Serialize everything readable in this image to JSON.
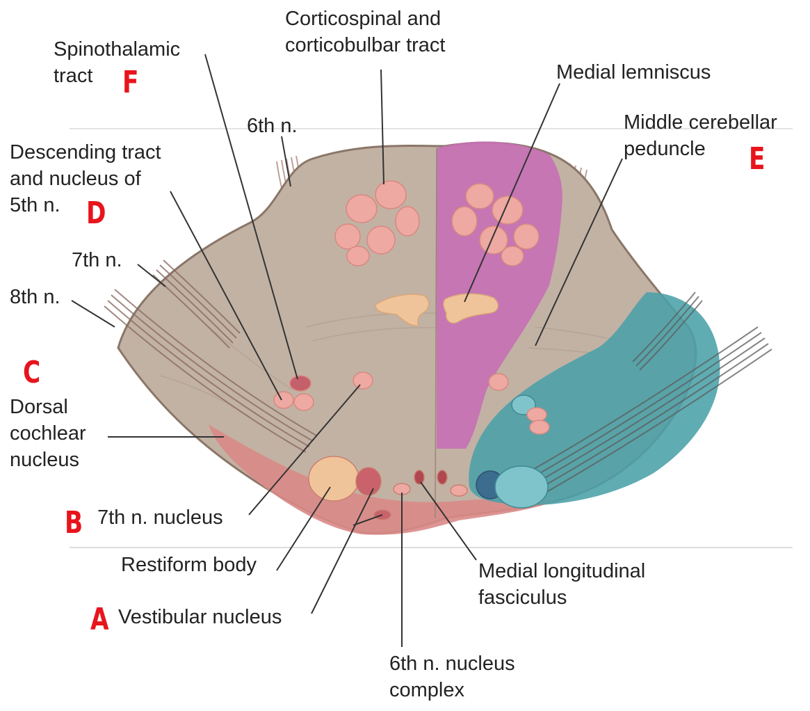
{
  "labels": {
    "corticospinal": "Corticospinal and\ncorticobulbar tract",
    "spinothalamic": "Spinothalamic\ntract",
    "medial_lemniscus": "Medial lemniscus",
    "sixth_n": "6th n.",
    "middle_cerebellar": "Middle cerebellar\npeduncle",
    "descending_tract": "Descending tract\nand nucleus of\n5th n.",
    "seventh_n": "7th n.",
    "eighth_n": "8th n.",
    "dorsal_cochlear": "Dorsal\ncochlear\nnucleus",
    "seventh_n_nucleus": "7th n. nucleus",
    "restiform": "Restiform body",
    "vestibular": "Vestibular nucleus",
    "mlf": "Medial longitudinal\nfasciculus",
    "sixth_n_nucleus": "6th n. nucleus\ncomplex"
  },
  "letters": {
    "a": "A",
    "b": "B",
    "c": "C",
    "d": "D",
    "e": "E",
    "f": "F"
  },
  "colors": {
    "pons_tissue": "#c2b2a4",
    "medial_lemniscus_region": "#c771b4",
    "cerebellar_peduncle_region": "#4aa0a8",
    "dorsal_edge": "#d98a87",
    "tract_bundles": "#eda9a2",
    "nucleus_peach": "#f0c49a",
    "letter_red": "#e8141c"
  }
}
